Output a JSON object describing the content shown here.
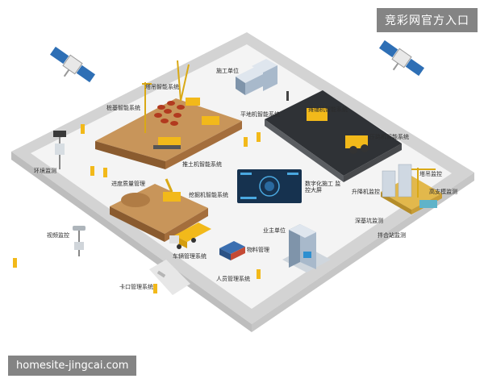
{
  "overlays": {
    "brand": "竞彩网官方入口",
    "site": "homesite-jingcai.com"
  },
  "labels": {
    "construction_unit": "施工单位",
    "tower_crane_system": "塔吊智能系统",
    "pile_system": "桩基智能系统",
    "grader_system": "平地机智能系统",
    "paver_system": "摊铺机智能系统",
    "roller_system": "压路机智能系统",
    "env_monitor": "环境监测",
    "bulldozer_system": "推土机智能系统",
    "quality_mgmt": "进度质量管理",
    "digital_screen": "数字化施工 监控大屏",
    "tower_monitor": "塔吊监控",
    "lift_monitor": "升降机监控",
    "support_monitor": "高支模监测",
    "excavator_system": "挖掘机智能系统",
    "video_monitor": "视频监控",
    "owner_unit": "业主单位",
    "pit_monitor": "深基坑监测",
    "mixing_monitor": "拌合站监测",
    "vehicle_mgmt": "车辆管理系统",
    "material_mgmt": "物料管理",
    "personnel_mgmt": "人员管理系统",
    "gate_mgmt": "卡口管理系统"
  },
  "colors": {
    "wall": "#d7d7d7",
    "floor": "#ffffff",
    "dirt": "#c8955a",
    "asphalt": "#2f3236",
    "machine": "#f2b91a",
    "building": "#8fa2b4",
    "screen": "#16324f"
  }
}
